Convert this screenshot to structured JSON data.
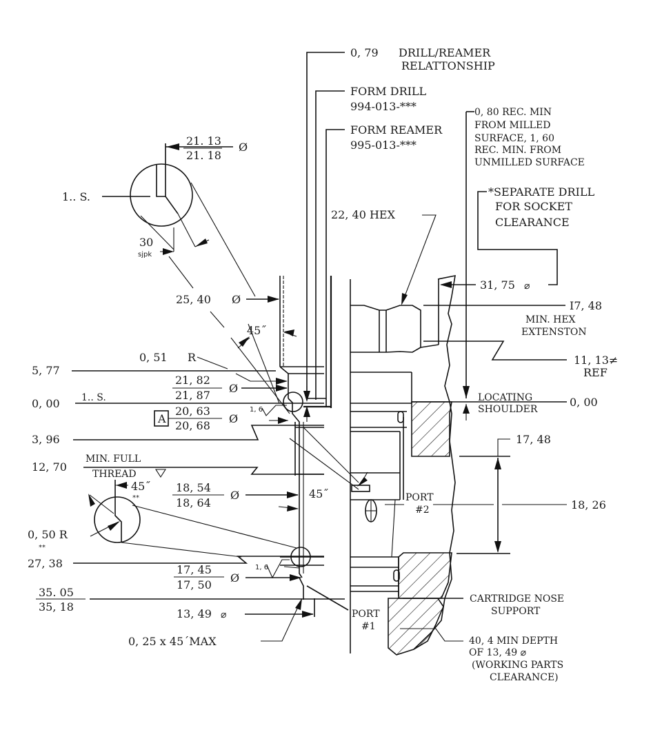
{
  "drawing": {
    "callouts_top": {
      "drill_reamer_value": "0, 79",
      "drill_reamer_line1": "DRILL/REAMER",
      "drill_reamer_line2": "RELATTONSHIP",
      "form_drill_line1": "FORM DRILL",
      "form_drill_line2": "994-013-***",
      "form_reamer_line1": "FORM REAMER",
      "form_reamer_line2": "995-013-***"
    },
    "note_right": {
      "line1": "0, 80    REC. MIN",
      "line2": "FROM MILLED",
      "line3": "SURFACE, 1, 60",
      "line4": "REC. MIN.  FROM",
      "line5": "UNMILLED SURFACE"
    },
    "note_separate": {
      "line1": "*SEPARATE DRILL",
      "line2": "FOR SOCKET",
      "line3": "CLEARANCE"
    },
    "detail_upper": {
      "dia_top": "21. 13",
      "dia_bottom": "21. 18",
      "dia_symbol": "Ø",
      "ls_label": "1.. S.",
      "angle": "30",
      "angle_sub": "sjpk"
    },
    "left_dims": {
      "d25_40": "25, 40",
      "d25_40_sym": "Ø",
      "angle45_top": "45˝",
      "r0_51": "0, 51",
      "r0_51_R": "R",
      "y5_77": "5, 77",
      "d21_82": "21, 82",
      "d21_87": "21, 87",
      "d21_sym": "Ø",
      "y0_00": "0, 00",
      "ls_label": "1.. S.",
      "datum_a": "A",
      "d20_63": "20, 63",
      "d20_68": "20, 68",
      "d20_sym": "Ø",
      "finish_1": "1, 6",
      "y3_96": "3, 96",
      "y12_70": "12, 70",
      "min_full": "MIN.      FULL",
      "thread": "THREAD",
      "d18_54": "18, 54",
      "d18_64": "18, 64",
      "d18_sym": "Ø",
      "angle45_mid": "45˝",
      "angle45_right": "45˝",
      "dstar_mid": "**",
      "r0_50": "0, 50  R",
      "r0_50_note": "**",
      "y27_38": "27, 38",
      "finish_2": "1, 6",
      "d17_45": "17, 45",
      "d17_50": "17, 50",
      "d17_sym": "Ø",
      "y35_05": "35. 05",
      "y35_18": "35, 18",
      "d13_49": "13, 49",
      "d13_49_sym": "⌀",
      "chamfer": "0, 25  x  45´MAX"
    },
    "right_dims": {
      "hex": "22, 40  HEX",
      "d31_75": "31, 75",
      "d31_75_sym": "⌀",
      "y17_48_top": "I7, 48",
      "min_hex_1": "MIN.  HEX",
      "min_hex_2": "EXTENSTON",
      "y11_13": "11, 13≠",
      "ref": "REF",
      "locating_1": "LOCATING",
      "locating_2": "SHOULDER",
      "y0_00": "0, 00",
      "y17_48": "17, 48",
      "port2_1": "PORT",
      "port2_2": "#2",
      "y18_26": "18, 26",
      "nose_1": "CARTRIDGE NOSE",
      "nose_2": "SUPPORT",
      "port1_1": "PORT",
      "port1_2": "#1",
      "depth_1": "40, 4   MIN DEPTH",
      "depth_2": "OF  13, 49 ⌀",
      "depth_3": "(WORKING PARTS",
      "depth_4": "CLEARANCE)"
    }
  }
}
